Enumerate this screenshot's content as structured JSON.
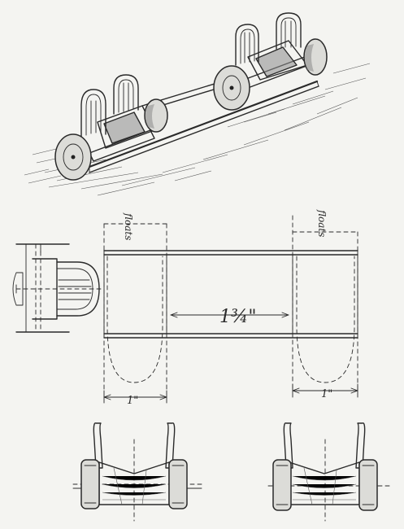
{
  "plan": {
    "float_label_left": "floats",
    "float_label_right": "floats",
    "center_dimension": "1¾\"",
    "left_float_dimension": "1\"",
    "right_float_dimension": "1\""
  }
}
